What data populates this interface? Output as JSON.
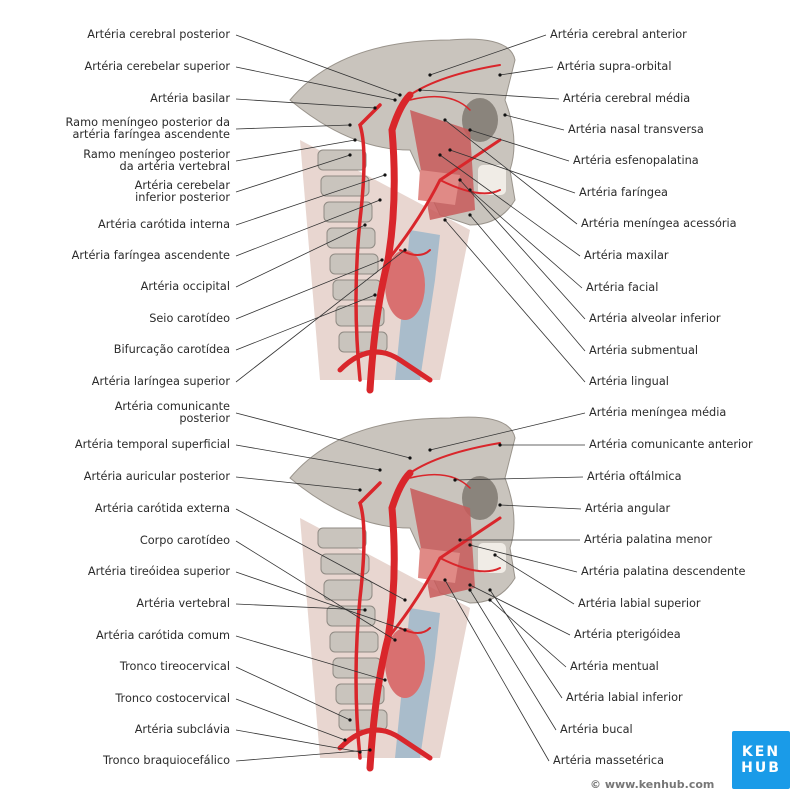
{
  "top": {
    "left_labels": [
      "Artéria cerebral posterior",
      "Artéria cerebelar superior",
      "Artéria basilar",
      "Ramo meníngeo posterior da\nartéria faríngea ascendente",
      "Ramo meníngeo posterior\nda artéria vertebral",
      "Artéria cerebelar\ninferior posterior",
      "Artéria carótida interna",
      "Artéria faríngea ascendente",
      "Artéria occipital",
      "Seio carotídeo",
      "Bifurcação carotídea",
      "Artéria laríngea superior"
    ],
    "right_labels": [
      "Artéria cerebral anterior",
      "Artéria supra-orbital",
      "Artéria cerebral média",
      "Artéria nasal transversa",
      "Artéria esfenopalatina",
      "Artéria faríngea",
      "Artéria meníngea acessória",
      "Artéria maxilar",
      "Artéria facial",
      "Artéria alveolar inferior",
      "Artéria submentual",
      "Artéria lingual"
    ]
  },
  "bottom": {
    "left_labels": [
      "Artéria comunicante\nposterior",
      "Artéria temporal superficial",
      "Artéria auricular posterior",
      "Artéria carótida externa",
      "Corpo carotídeo",
      "Artéria tireóidea superior",
      "Artéria vertebral",
      "Artéria carótida comum",
      "Tronco tireocervical",
      "Tronco costocervical",
      "Artéria subclávia",
      "Tronco braquiocefálico"
    ],
    "right_labels": [
      "Artéria meníngea média",
      "Artéria comunicante anterior",
      "Artéria oftálmica",
      "Artéria angular",
      "Artéria palatina menor",
      "Artéria palatina descendente",
      "Artéria labial superior",
      "Artéria pterigóidea",
      "Artéria mentual",
      "Artéria labial inferior",
      "Artéria bucal",
      "Artéria massetérica"
    ]
  },
  "footer": {
    "copyright": "© www.kenhub.com",
    "logo_line1": "KEN",
    "logo_line2": "HUB"
  },
  "colors": {
    "artery": "#d9262b",
    "bone": "#c9c4bd",
    "muscle": "#c85a5a",
    "logo": "#1a9be8"
  }
}
